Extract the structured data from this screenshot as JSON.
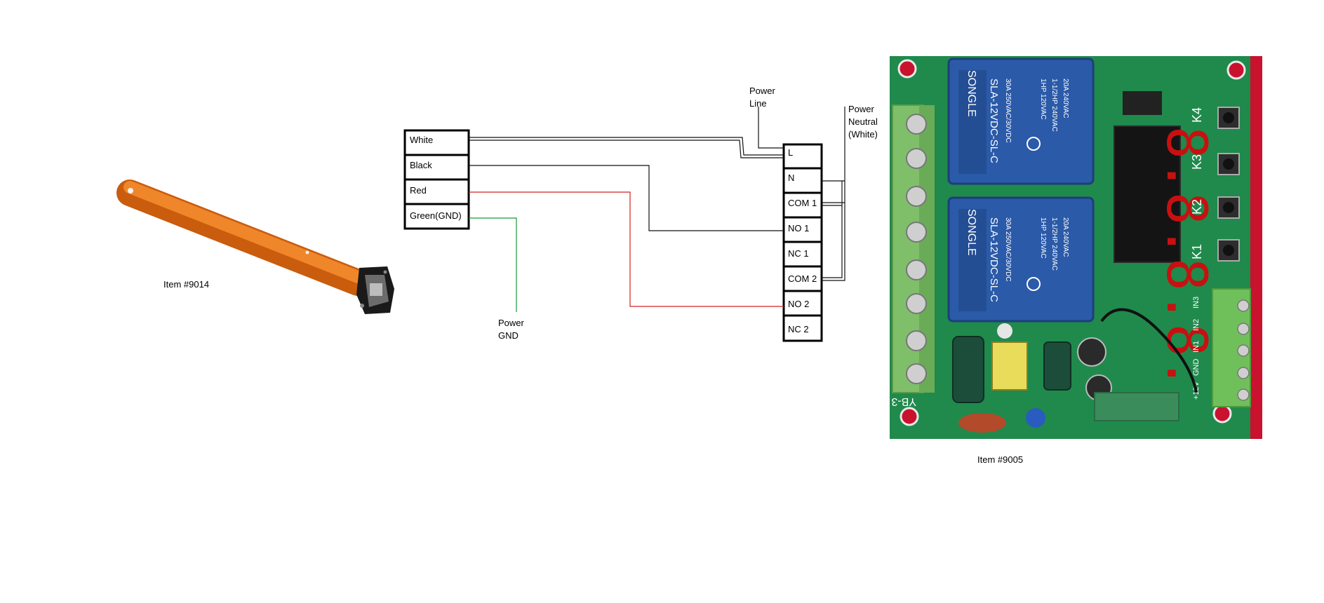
{
  "motor": {
    "caption": "Item #9014",
    "tube_color": "#e8731a"
  },
  "wire_block": {
    "labels": [
      "White",
      "Black",
      "Red",
      "Green(GND)"
    ]
  },
  "relay_terminals": {
    "labels": [
      "L",
      "N",
      "COM 1",
      "NO 1",
      "NC 1",
      "COM 2",
      "NO 2",
      "NC 2"
    ]
  },
  "annotations": {
    "power_line": [
      "Power",
      "Line"
    ],
    "power_neutral": [
      "Power",
      "Neutral",
      "(White)"
    ],
    "power_gnd": [
      "Power",
      "GND"
    ]
  },
  "wire_colors": {
    "black": "#111111",
    "red": "#d42020",
    "green": "#1a9a3a"
  },
  "board": {
    "caption": "Item #9005",
    "relay_brand": "SONGLE",
    "relay_model": "SLA-12VDC-SL-C",
    "relay_ratings": [
      "30A 250VAC/30VDC",
      "1HP 120VAC",
      "1-1/2HP 240VAC",
      "20A 240VAC"
    ],
    "display_digits": "8.8.8.8.",
    "button_labels": [
      "K4",
      "K3",
      "K2",
      "K1"
    ],
    "model_text": "YB-3",
    "input_labels": [
      "IN3",
      "IN2",
      "IN1",
      "GND",
      "+12V"
    ],
    "pcb_color": "#1f8a4c",
    "relay_color": "#2b5aa8",
    "background_color": "#c8122e"
  }
}
